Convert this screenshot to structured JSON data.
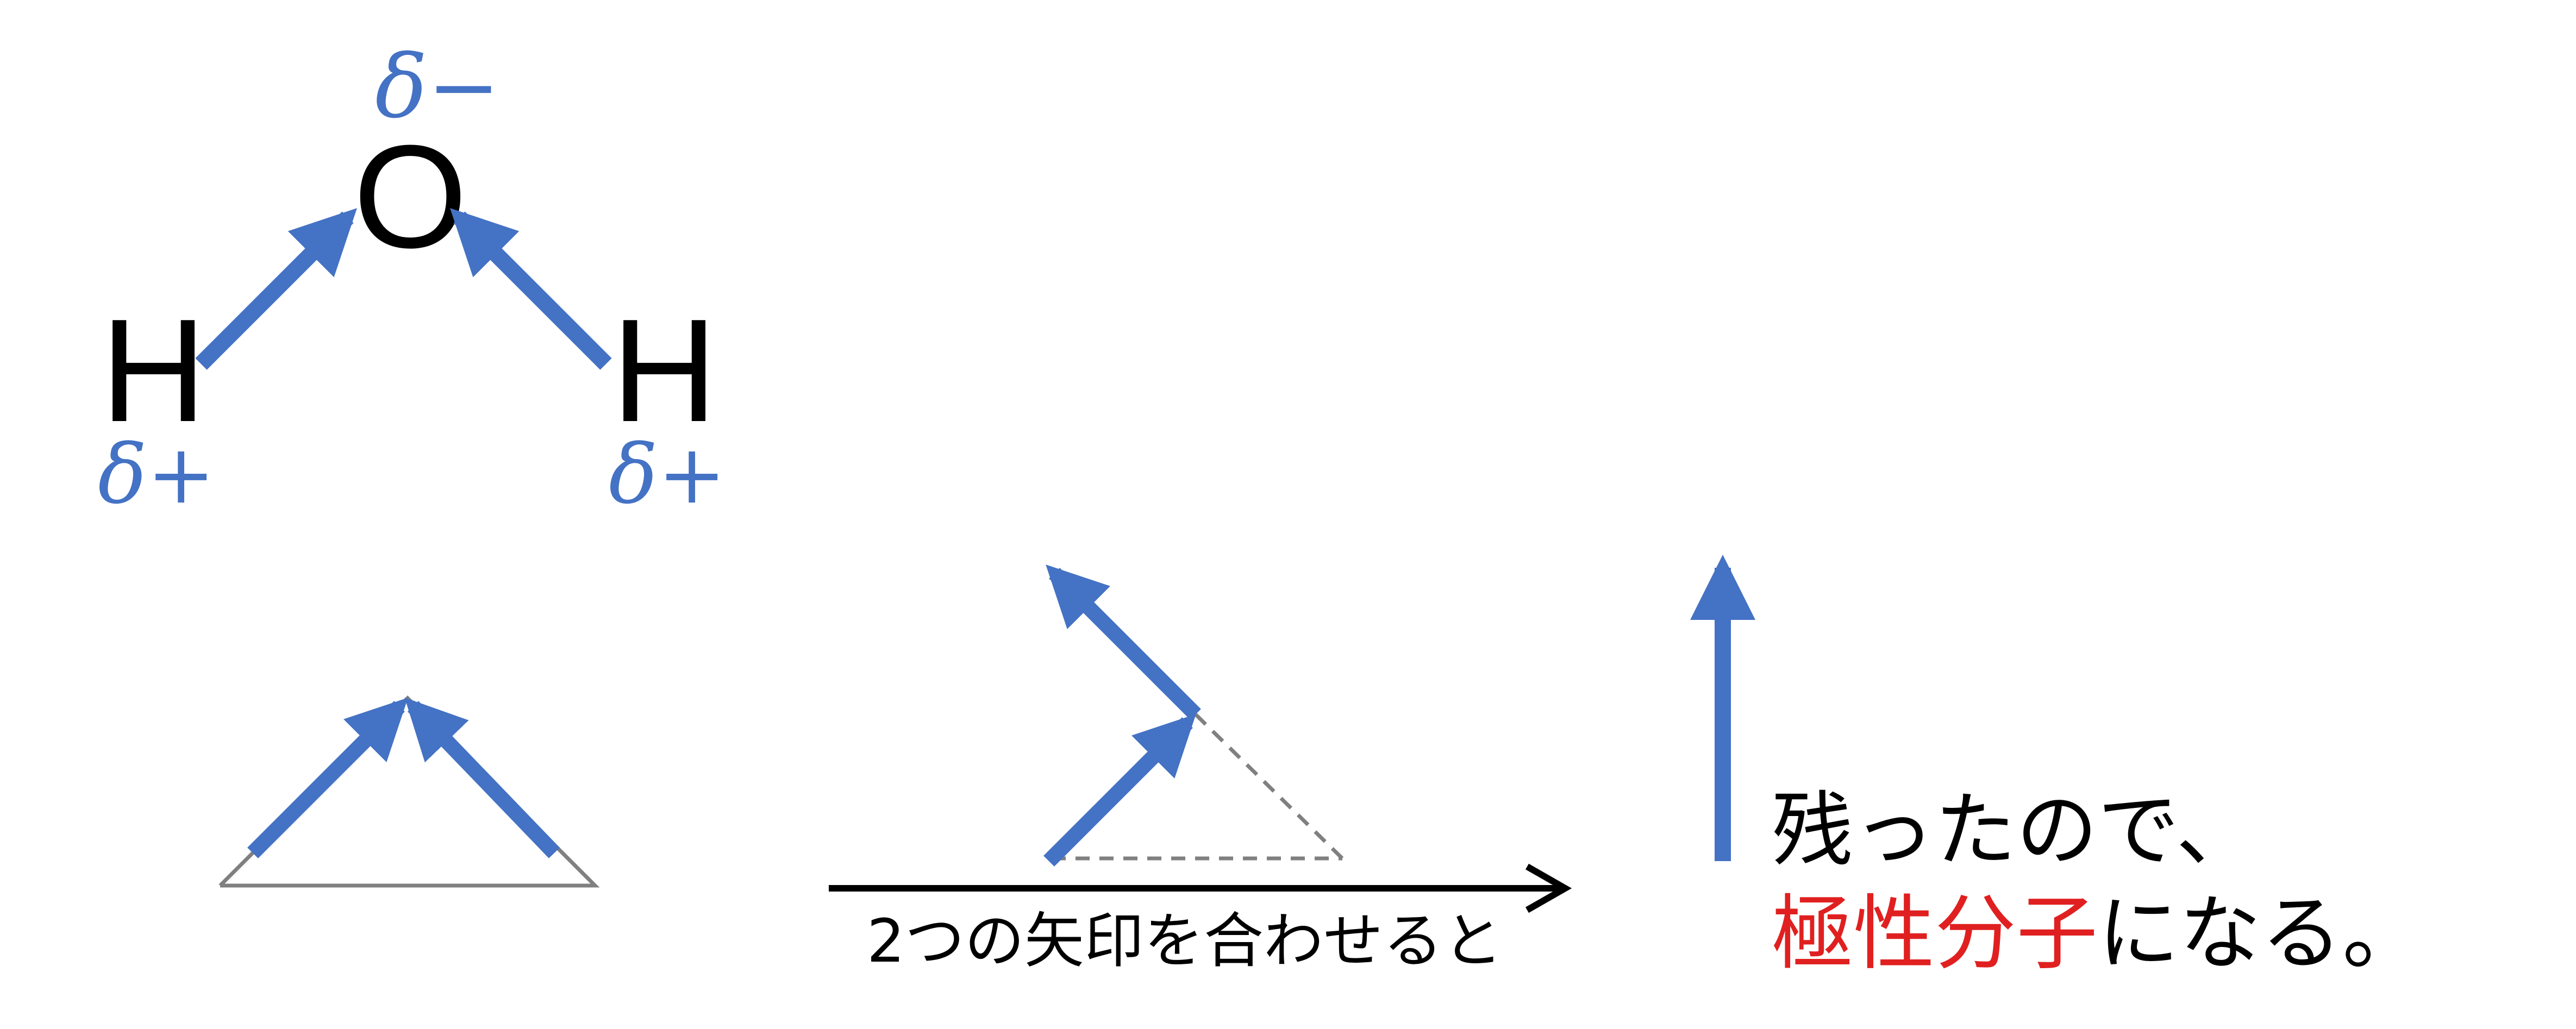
{
  "molecule": {
    "atoms": [
      "O",
      "H",
      "H"
    ],
    "charges": {
      "oxygen": "δ−",
      "hydrogen_left": "δ+",
      "hydrogen_right": "δ+"
    }
  },
  "labels": {
    "combine_caption": "2つの矢印を合わせると",
    "result_line1": "残ったので、",
    "result_line2_highlight": "極性分子",
    "result_line2_rest": "になる。"
  },
  "colors": {
    "arrow": "#4472C4",
    "charge": "#4472C4",
    "highlight": "#E02020",
    "guide_solid": "#808080",
    "guide_dashed": "#808080",
    "text": "#000000",
    "main_arrow": "#000000"
  }
}
